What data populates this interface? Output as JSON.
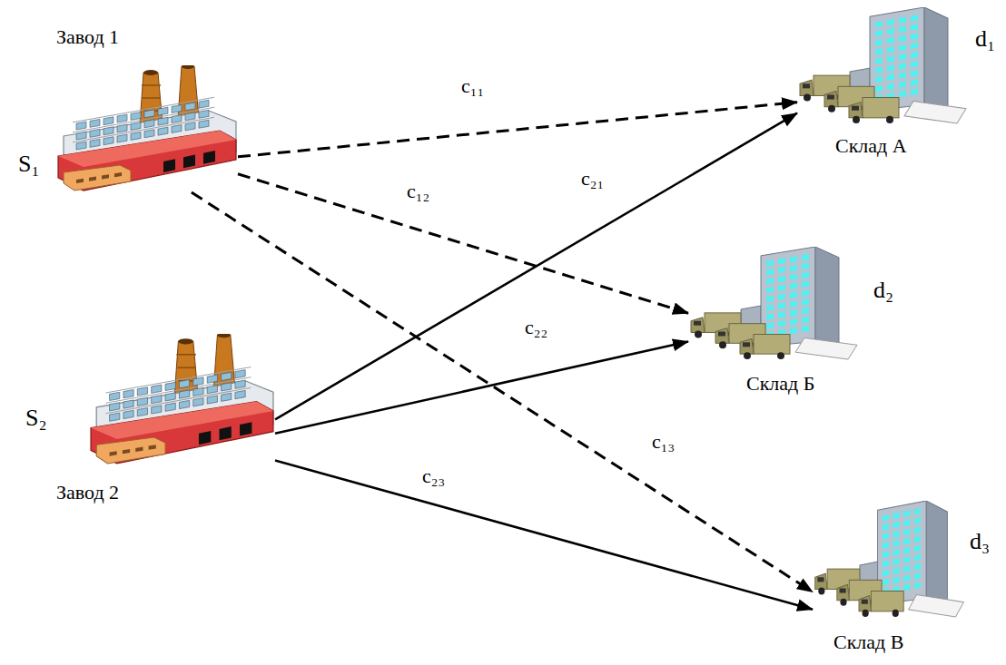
{
  "diagram": {
    "nodes": [
      {
        "text": [
          "Завод 1",
          "S₁"
        ]
      },
      {
        "text": [
          "Склад А",
          "d₁"
        ]
      },
      {
        "text": [
          "Склад Б",
          "d₂"
        ]
      },
      {
        "text": [
          "S₂",
          "Завод 2"
        ]
      },
      {
        "text": [
          "Склад В",
          "d₃"
        ]
      }
    ],
    "edges": [
      {
        "from": 0,
        "to": 1,
        "label": "c₁₁",
        "arrow": "to"
      },
      {
        "from": 0,
        "to": 2,
        "label": "c₁₂",
        "arrow": "to"
      },
      {
        "from": 0,
        "to": 4,
        "label": "c₁₃",
        "arrow": "to"
      },
      {
        "from": 3,
        "to": 1,
        "label": "c₂₁",
        "arrow": "to"
      },
      {
        "from": 3,
        "to": 2,
        "label": "c₂₂",
        "arrow": "to"
      },
      {
        "from": 3,
        "to": 4,
        "label": "c₂₃",
        "arrow": "to"
      }
    ]
  }
}
